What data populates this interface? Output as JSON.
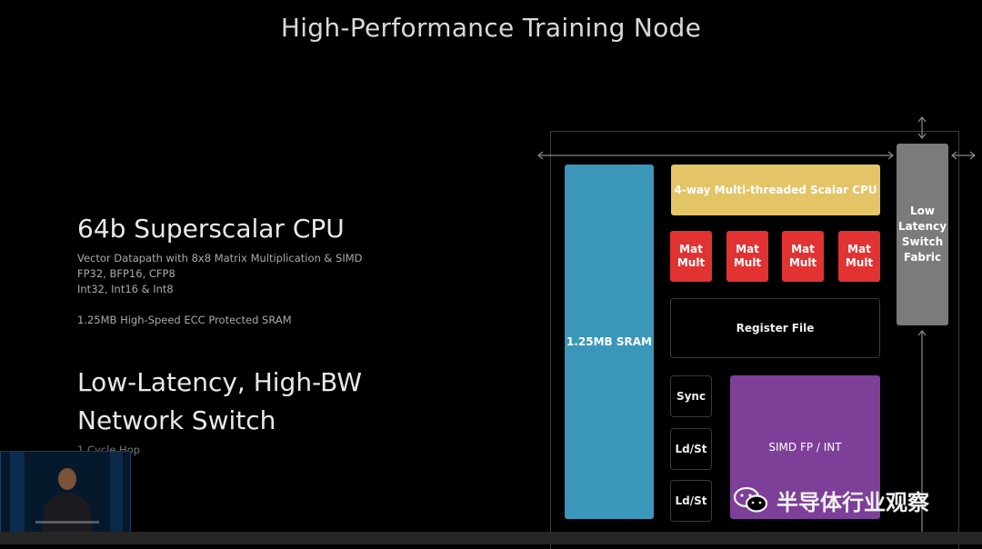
{
  "slide": {
    "title": "High-Performance Training Node"
  },
  "cpu_section": {
    "heading": "64b Superscalar CPU",
    "lines": [
      "Vector Datapath with 8x8 Matrix Multiplication & SIMD",
      "FP32, BFP16, CFP8",
      "Int32, Int16 & Int8"
    ],
    "sram_note": "1.25MB High-Speed ECC Protected SRAM"
  },
  "network_section": {
    "heading_line1": "Low-Latency, High-BW",
    "heading_line2": "Network Switch",
    "note": "1 Cycle Hop"
  },
  "diagram": {
    "sram_label": "1.25MB SRAM",
    "scalar_cpu_label": "4-way Multi-threaded Scalar CPU",
    "mat_mult_line1": "Mat",
    "mat_mult_line2": "Mult",
    "register_file_label": "Register File",
    "sync_label": "Sync",
    "ldst_label": "Ld/St",
    "simd_label": "SIMD FP / INT",
    "switch_line1": "Low",
    "switch_line2": "Latency",
    "switch_line3": "Switch",
    "switch_line4": "Fabric"
  },
  "watermark": {
    "text": "半导体行业观察",
    "icon": "wechat-icon"
  },
  "colors": {
    "background": "#000000",
    "sram": "#3a97b9",
    "scalar_cpu": "#e3c467",
    "mat_mult": "#e23232",
    "simd": "#7d3f97",
    "switch": "#7b7b7b"
  }
}
